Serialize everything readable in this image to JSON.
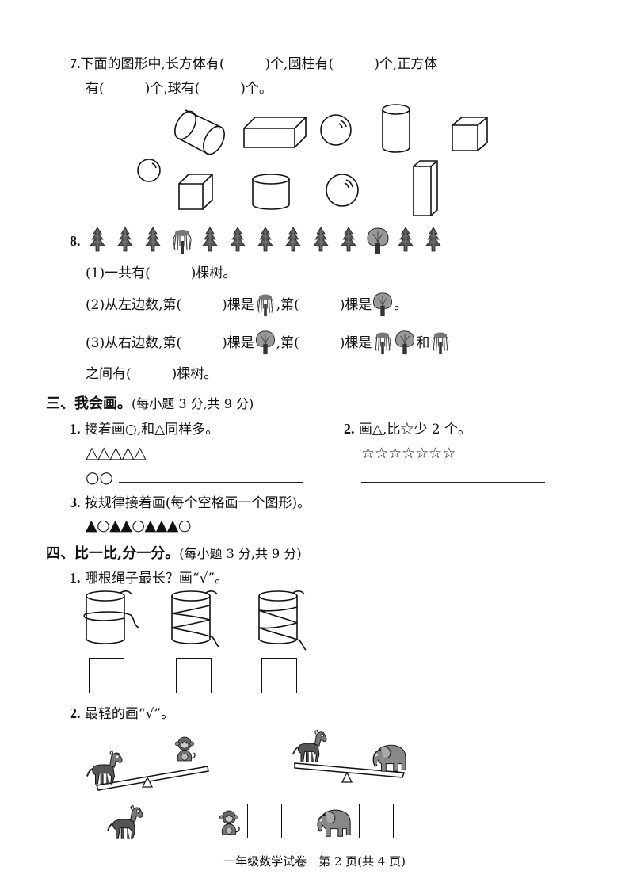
{
  "q7": {
    "num": "7.",
    "line1": "下面的图形中,长方体有(　　　)个,圆柱有(　　　)个,正方体",
    "line2": "有(　　　)个,球有(　　　)个。"
  },
  "q8": {
    "num": "8.",
    "sub1": "(1)一共有(　　　)棵树。",
    "sub2_a": "(2)从左边数,第(　　　)棵是",
    "sub2_b": ",第(　　　)棵是",
    "sub2_c": "。",
    "sub3_a": "(3)从右边数,第(　　　)棵是",
    "sub3_b": ",第(　　　)棵是",
    "sub3_c": "和",
    "sub3_d": "之间有(　　　)棵树。"
  },
  "section3": {
    "title": "三、我会画。",
    "points": "(每小题 3 分,共 9 分)",
    "q1_num": "1.",
    "q1_text": "接着画○,和△同样多。",
    "q1_given": "△△△△△",
    "q1_start": "○○",
    "q2_num": "2.",
    "q2_text": "画△,比☆少 2 个。",
    "q2_given": "☆☆☆☆☆☆☆",
    "q3_num": "3.",
    "q3_text": "按规律接着画(每个空格画一个图形)。",
    "q3_pattern": "▲○▲▲○▲▲▲○"
  },
  "section4": {
    "title": "四、比一比,分一分。",
    "points": "(每小题 3 分,共 9 分)",
    "q1_num": "1.",
    "q1_text": "哪根绳子最长？画“√”。",
    "q2_num": "2.",
    "q2_text": "最轻的画“√”。"
  },
  "footer": "一年级数学试卷　第 2 页(共 4 页)"
}
